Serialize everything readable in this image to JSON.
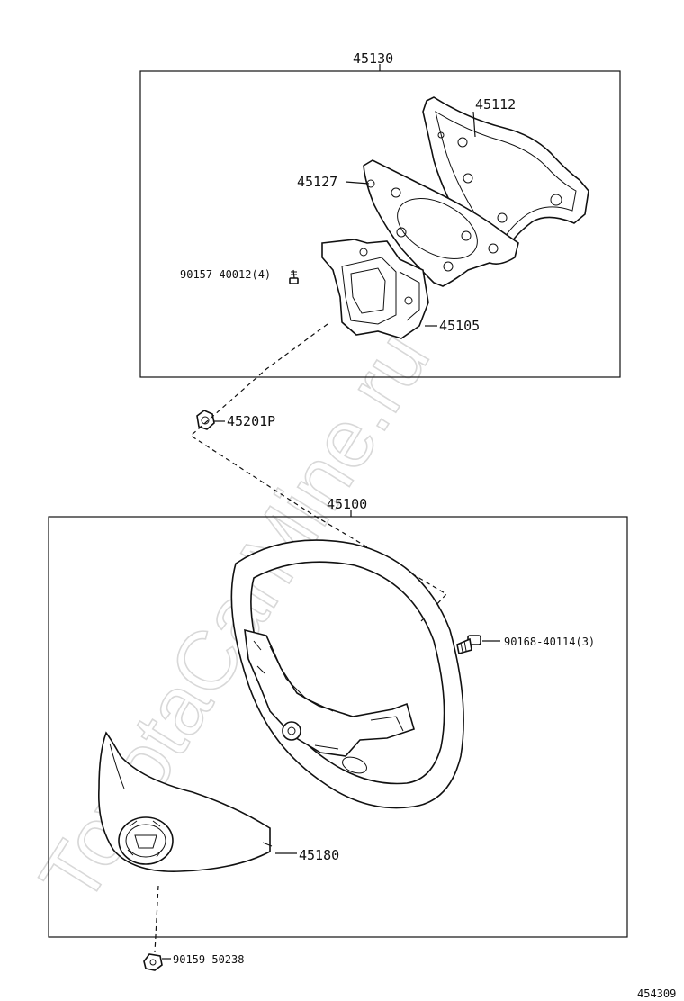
{
  "watermark": "ToyotaCarMine.ru",
  "figure_id": "454309",
  "groups": [
    {
      "id": "upper",
      "label": "45130"
    },
    {
      "id": "lower",
      "label": "45100"
    }
  ],
  "parts": {
    "p45112": "45112",
    "p45127": "45127",
    "p90157": "90157-40012(4)",
    "p45105": "45105",
    "p45201P": "45201P",
    "p90168": "90168-40114(3)",
    "p45180": "45180",
    "p90159": "90159-50238"
  }
}
